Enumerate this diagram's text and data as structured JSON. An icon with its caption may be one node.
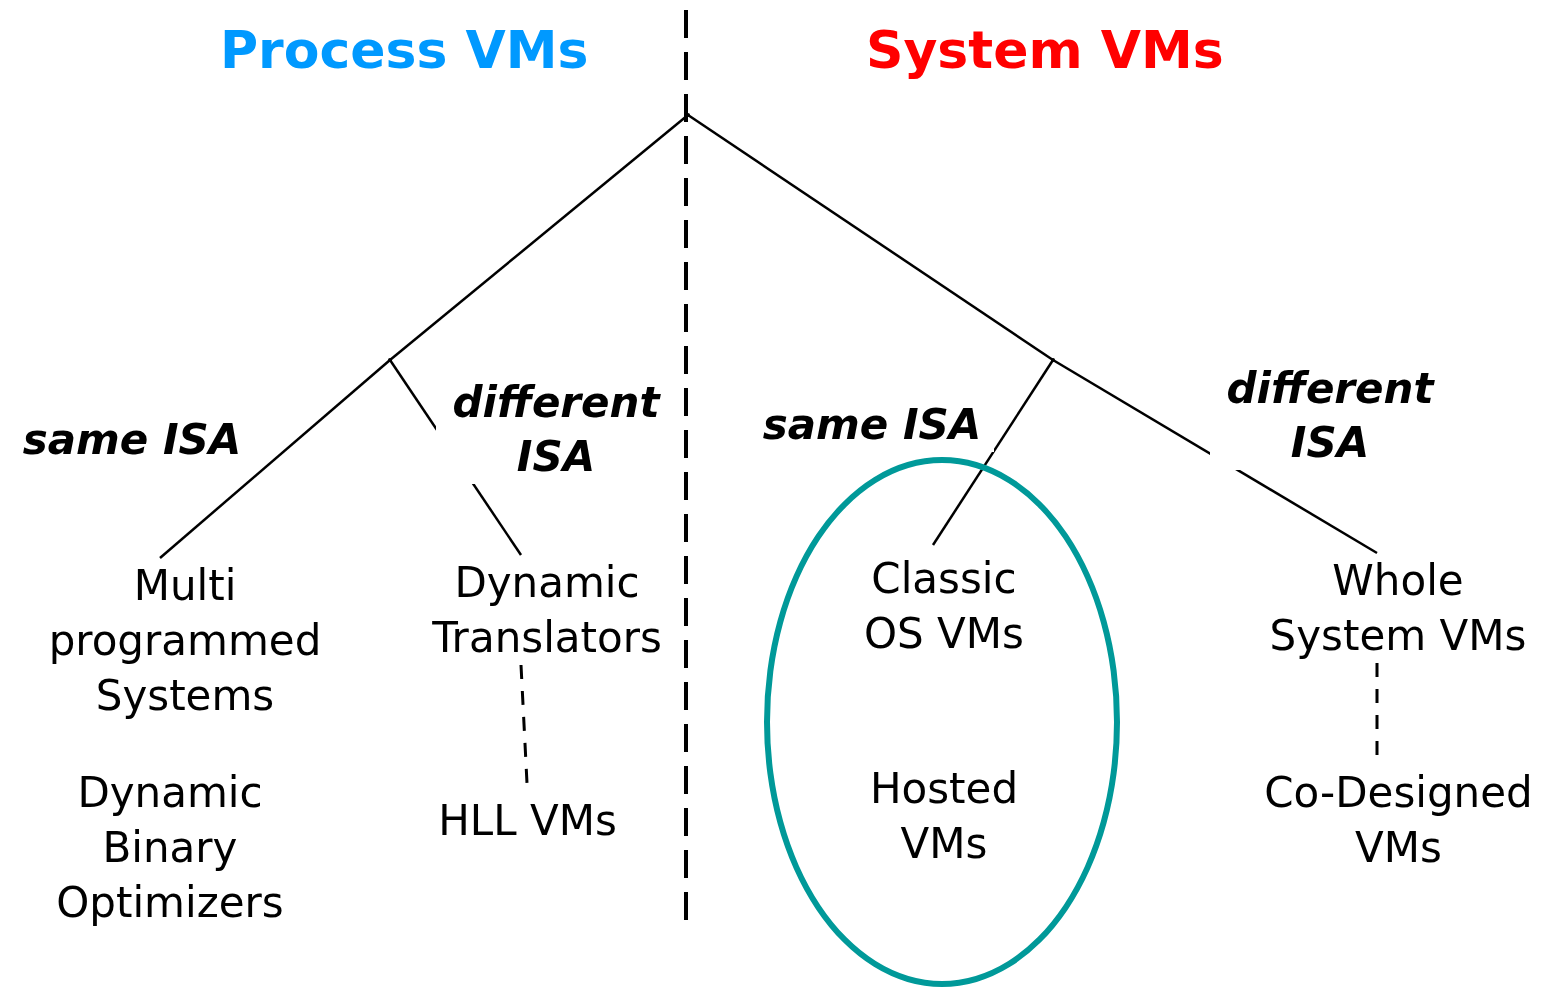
{
  "diagram": {
    "nodes": [
      {
        "text": [],
        "shape": "point"
      },
      {
        "text": [],
        "shape": "point"
      },
      {
        "text": [],
        "shape": "point"
      },
      {
        "text": [
          "Multi programmed Systems"
        ]
      },
      {
        "text": [
          "Dynamic Binary Optimizers"
        ]
      },
      {
        "text": [
          "Dynamic Translators"
        ]
      },
      {
        "text": [
          "HLL VMs"
        ]
      },
      {
        "text": [],
        "shape": "ellipse"
      },
      {
        "text": [
          "Classic OS VMs"
        ],
        "in": 7
      },
      {
        "text": [
          "Hosted VMs"
        ],
        "in": 7
      },
      {
        "text": [
          "Whole System VMs"
        ]
      },
      {
        "text": [
          "Co-Designed VMs"
        ]
      }
    ],
    "edges": [
      {
        "from": 0,
        "to": 1,
        "arrow": "none"
      },
      {
        "from": 0,
        "to": 2,
        "arrow": "none"
      },
      {
        "from": 1,
        "to": 3,
        "arrow": "none",
        "label": "same ISA"
      },
      {
        "from": 1,
        "to": 5,
        "arrow": "none",
        "label": "different ISA"
      },
      {
        "from": 2,
        "to": 8,
        "arrow": "none",
        "label": "same ISA"
      },
      {
        "from": 2,
        "to": 10,
        "arrow": "none",
        "label": "different ISA"
      },
      {
        "from": 5,
        "to": 6,
        "arrow": "none",
        "style": "dashed"
      },
      {
        "from": 10,
        "to": 11,
        "arrow": "none",
        "style": "dashed"
      }
    ],
    "labels": [
      "Process VMs",
      "System VMs"
    ]
  }
}
